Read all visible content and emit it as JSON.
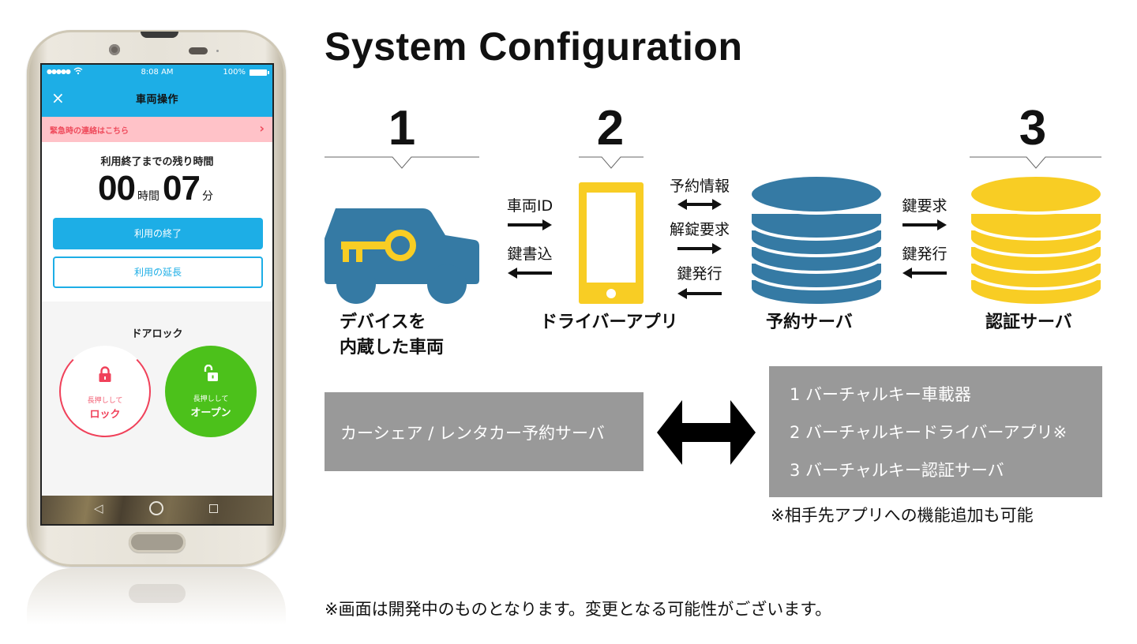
{
  "phone": {
    "status_bar": {
      "signal": "●●●●●",
      "wifi_icon": "wifi-icon",
      "time": "8:08 AM",
      "battery": "100%"
    },
    "nav": {
      "close_icon": "×",
      "title": "車両操作"
    },
    "alert": {
      "text": "緊急時の連絡はこちら",
      "chevron": "›"
    },
    "remaining": {
      "label": "利用終了までの残り時間",
      "hours": "00",
      "hours_unit": "時間",
      "minutes": "07",
      "minutes_unit": "分"
    },
    "buttons": {
      "end": "利用の終了",
      "extend": "利用の延長"
    },
    "door_lock": {
      "heading": "ドアロック",
      "lock": {
        "hint": "長押しして",
        "action": "ロック"
      },
      "open": {
        "hint": "長押しして",
        "action": "オープン"
      }
    },
    "android_nav": {
      "back": "◁"
    }
  },
  "diagram": {
    "title": "System Configuration",
    "numbers": [
      "1",
      "2",
      "3"
    ],
    "nodes": {
      "vehicle": {
        "line1": "デバイスを",
        "line2": "内蔵した車両"
      },
      "driver_app": "ドライバーアプリ",
      "reservation_server": "予約サーバ",
      "auth_server": "認証サーバ"
    },
    "flows": {
      "vehicle_app": [
        {
          "label": "車両ID",
          "direction": "right"
        },
        {
          "label": "鍵書込",
          "direction": "left"
        }
      ],
      "app_reservation": [
        {
          "label": "予約情報",
          "direction": "both"
        },
        {
          "label": "解錠要求",
          "direction": "right"
        },
        {
          "label": "鍵発行",
          "direction": "left"
        }
      ],
      "reservation_auth": [
        {
          "label": "鍵要求",
          "direction": "right"
        },
        {
          "label": "鍵発行",
          "direction": "left"
        }
      ]
    },
    "colors": {
      "blue": "#357aa4",
      "yellow": "#f8cd24",
      "gray_box": "#999999"
    },
    "left_box": "カーシェア / レンタカー予約サーバ",
    "right_box": [
      "1 バーチャルキー車載器",
      "2 バーチャルキードライバーアプリ※",
      "3 バーチャルキー認証サーバ"
    ],
    "right_note": "※相手先アプリへの機能追加も可能",
    "footnote": "※画面は開発中のものとなります。変更となる可能性がございます。"
  }
}
